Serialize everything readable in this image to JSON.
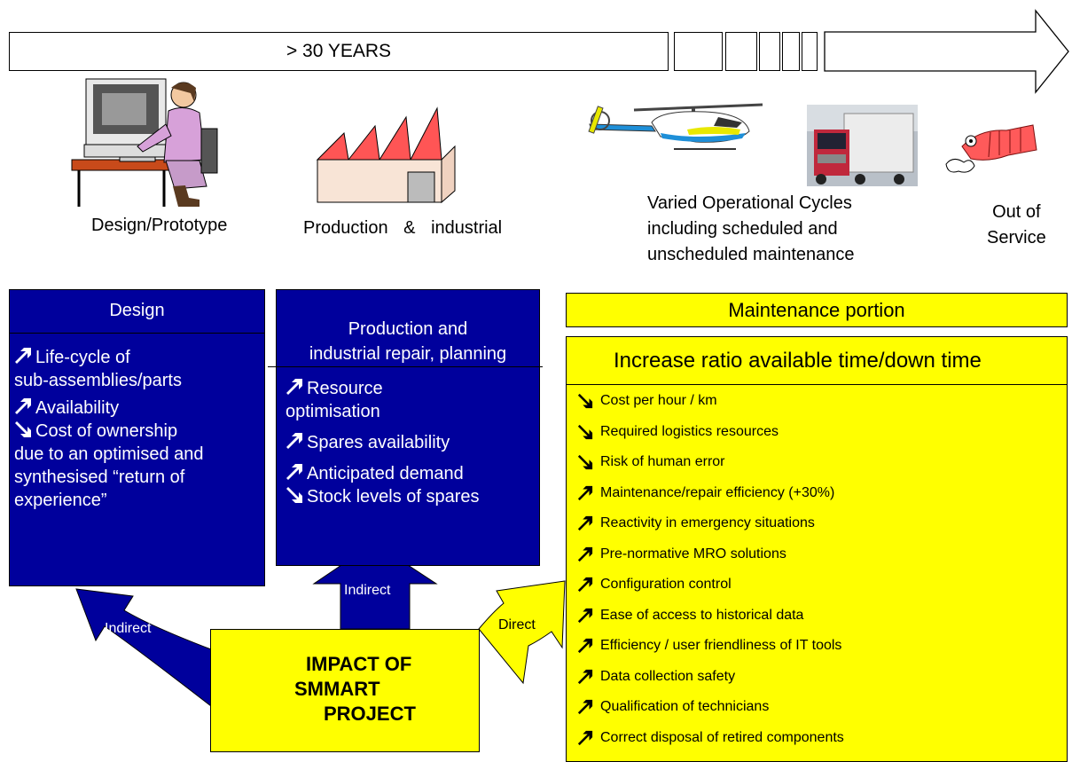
{
  "timeline": {
    "label": "> 30 YEARS"
  },
  "stages": {
    "design": "Design/Prototype",
    "production": "Production & industrial",
    "operational": [
      "Varied Operational Cycles",
      "including scheduled and",
      "unscheduled maintenance"
    ],
    "out_of_service": [
      "Out of",
      "Service"
    ]
  },
  "design_panel": {
    "title": "Design",
    "items": [
      {
        "dir": "up",
        "lines": [
          "Life-cycle of",
          "sub-assemblies/parts"
        ]
      },
      {
        "dir": "up",
        "lines": [
          "Availability"
        ]
      },
      {
        "dir": "down",
        "lines": [
          "Cost of ownership",
          "due to an optimised and",
          "synthesised “return of",
          "experience”"
        ]
      }
    ]
  },
  "production_panel": {
    "title": [
      "Production and",
      "industrial repair,  planning"
    ],
    "items": [
      {
        "dir": "up",
        "lines": [
          "Resource",
          "optimisation"
        ]
      },
      {
        "dir": "up",
        "lines": [
          "Spares availability"
        ]
      },
      {
        "dir": "up",
        "lines": [
          "Anticipated demand"
        ]
      },
      {
        "dir": "down",
        "lines": [
          "Stock levels of spares"
        ]
      }
    ]
  },
  "maintenance": {
    "title": "Maintenance portion",
    "subtitle": "Increase ratio available time/down time",
    "items": [
      {
        "dir": "down",
        "text": "Cost per hour / km"
      },
      {
        "dir": "down",
        "text": "Required logistics resources"
      },
      {
        "dir": "down",
        "text": "Risk of human error"
      },
      {
        "dir": "up",
        "text": "Maintenance/repair efficiency (+30%)"
      },
      {
        "dir": "up",
        "text": "Reactivity in emergency situations"
      },
      {
        "dir": "up",
        "text": "Pre-normative MRO solutions"
      },
      {
        "dir": "up",
        "text": "Configuration control"
      },
      {
        "dir": "up",
        "text": "Ease of access to historical data"
      },
      {
        "dir": "up",
        "text": "Efficiency / user friendliness of  IT tools"
      },
      {
        "dir": "up",
        "text": "Data collection safety"
      },
      {
        "dir": "up",
        "text": "Qualification of technicians"
      },
      {
        "dir": "up",
        "text": "Correct disposal of retired components"
      }
    ]
  },
  "impact": {
    "lines": [
      "IMPACT OF",
      "SMMART",
      "PROJECT"
    ]
  },
  "arrows": {
    "left": "Indirect",
    "up": "Indirect",
    "right": "Direct"
  },
  "colors": {
    "panel_blue": "#00009c",
    "highlight_yellow": "#ffff00"
  }
}
